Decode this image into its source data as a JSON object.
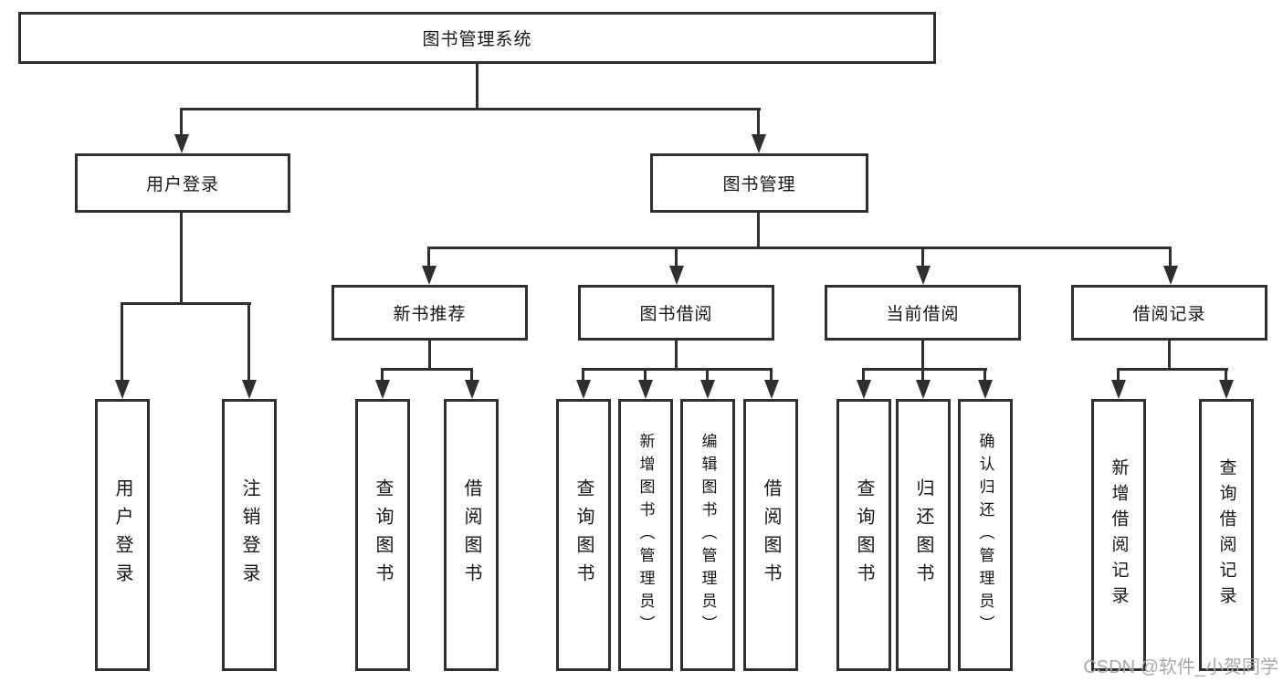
{
  "colors": {
    "line": "#2f2f2f",
    "box_border": "#2f2f2f",
    "box_fill": "#ffffff",
    "text": "#161616",
    "watermark": "#a8a8a8"
  },
  "nodes": {
    "root": "图书管理系统",
    "level2": [
      "用户登录",
      "图书管理"
    ],
    "level3": [
      "新书推荐",
      "图书借阅",
      "当前借阅",
      "借阅记录"
    ],
    "user_login_children": [
      "用户登录",
      "注销登录"
    ],
    "new_book_children": [
      "查询图书",
      "借阅图书"
    ],
    "book_borrow_children": [
      "查询图书",
      "新增图书（管理员）",
      "编辑图书（管理员）",
      "借阅图书"
    ],
    "current_borrow_children": [
      "查询图书",
      "归还图书",
      "确认归还（管理员）"
    ],
    "borrow_record_children": [
      "新增借阅记录",
      "查询借阅记录"
    ]
  },
  "watermark": "CSDN @软件_小贺同学"
}
